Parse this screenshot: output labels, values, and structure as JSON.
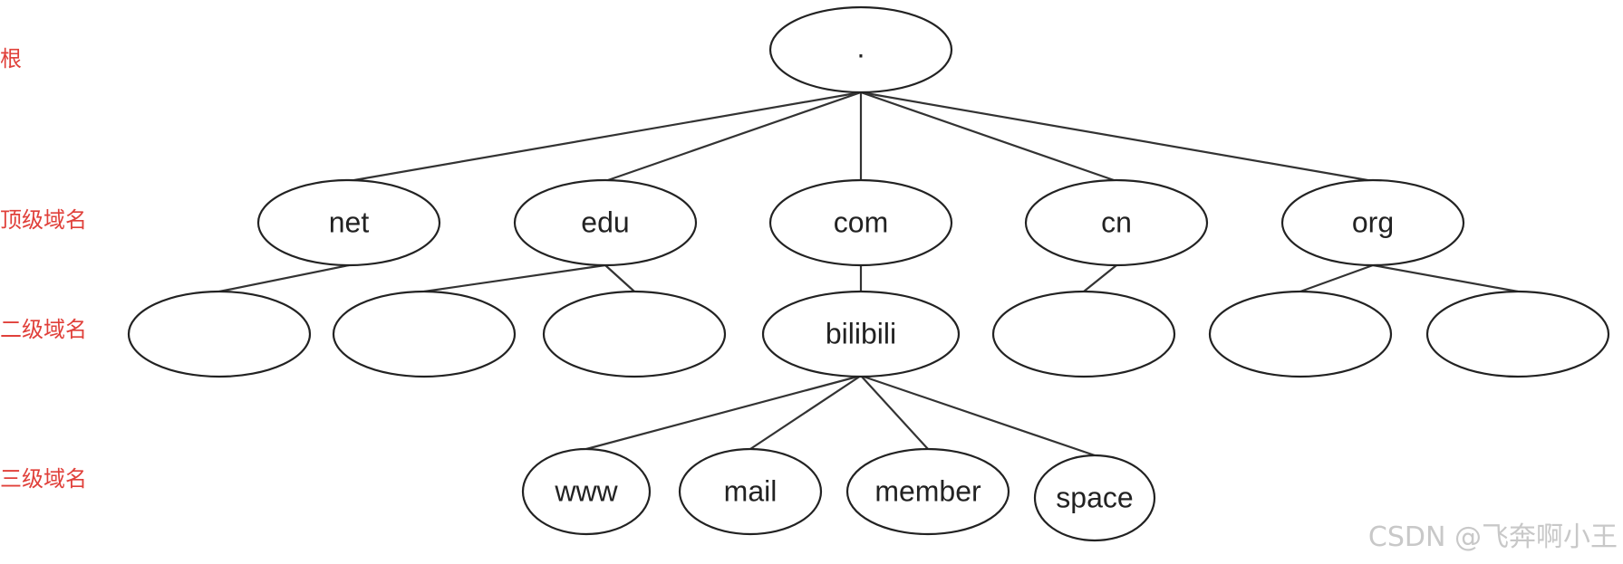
{
  "levels": {
    "root": "根",
    "tld": "顶级域名",
    "sld": "二级域名",
    "third": "三级域名"
  },
  "nodes": {
    "root": ".",
    "net": "net",
    "edu": "edu",
    "com": "com",
    "cn": "cn",
    "org": "org",
    "net_child": "",
    "edu_child_1": "",
    "edu_child_2": "",
    "bilibili": "bilibili",
    "cn_child": "",
    "org_child_1": "",
    "org_child_2": "",
    "www": "www",
    "mail": "mail",
    "member": "member",
    "space": "space"
  },
  "watermark": "CSDN @飞奔啊小王",
  "colors": {
    "label": "#e0403a",
    "stroke": "#222222",
    "watermark": "#c8c8c8"
  }
}
